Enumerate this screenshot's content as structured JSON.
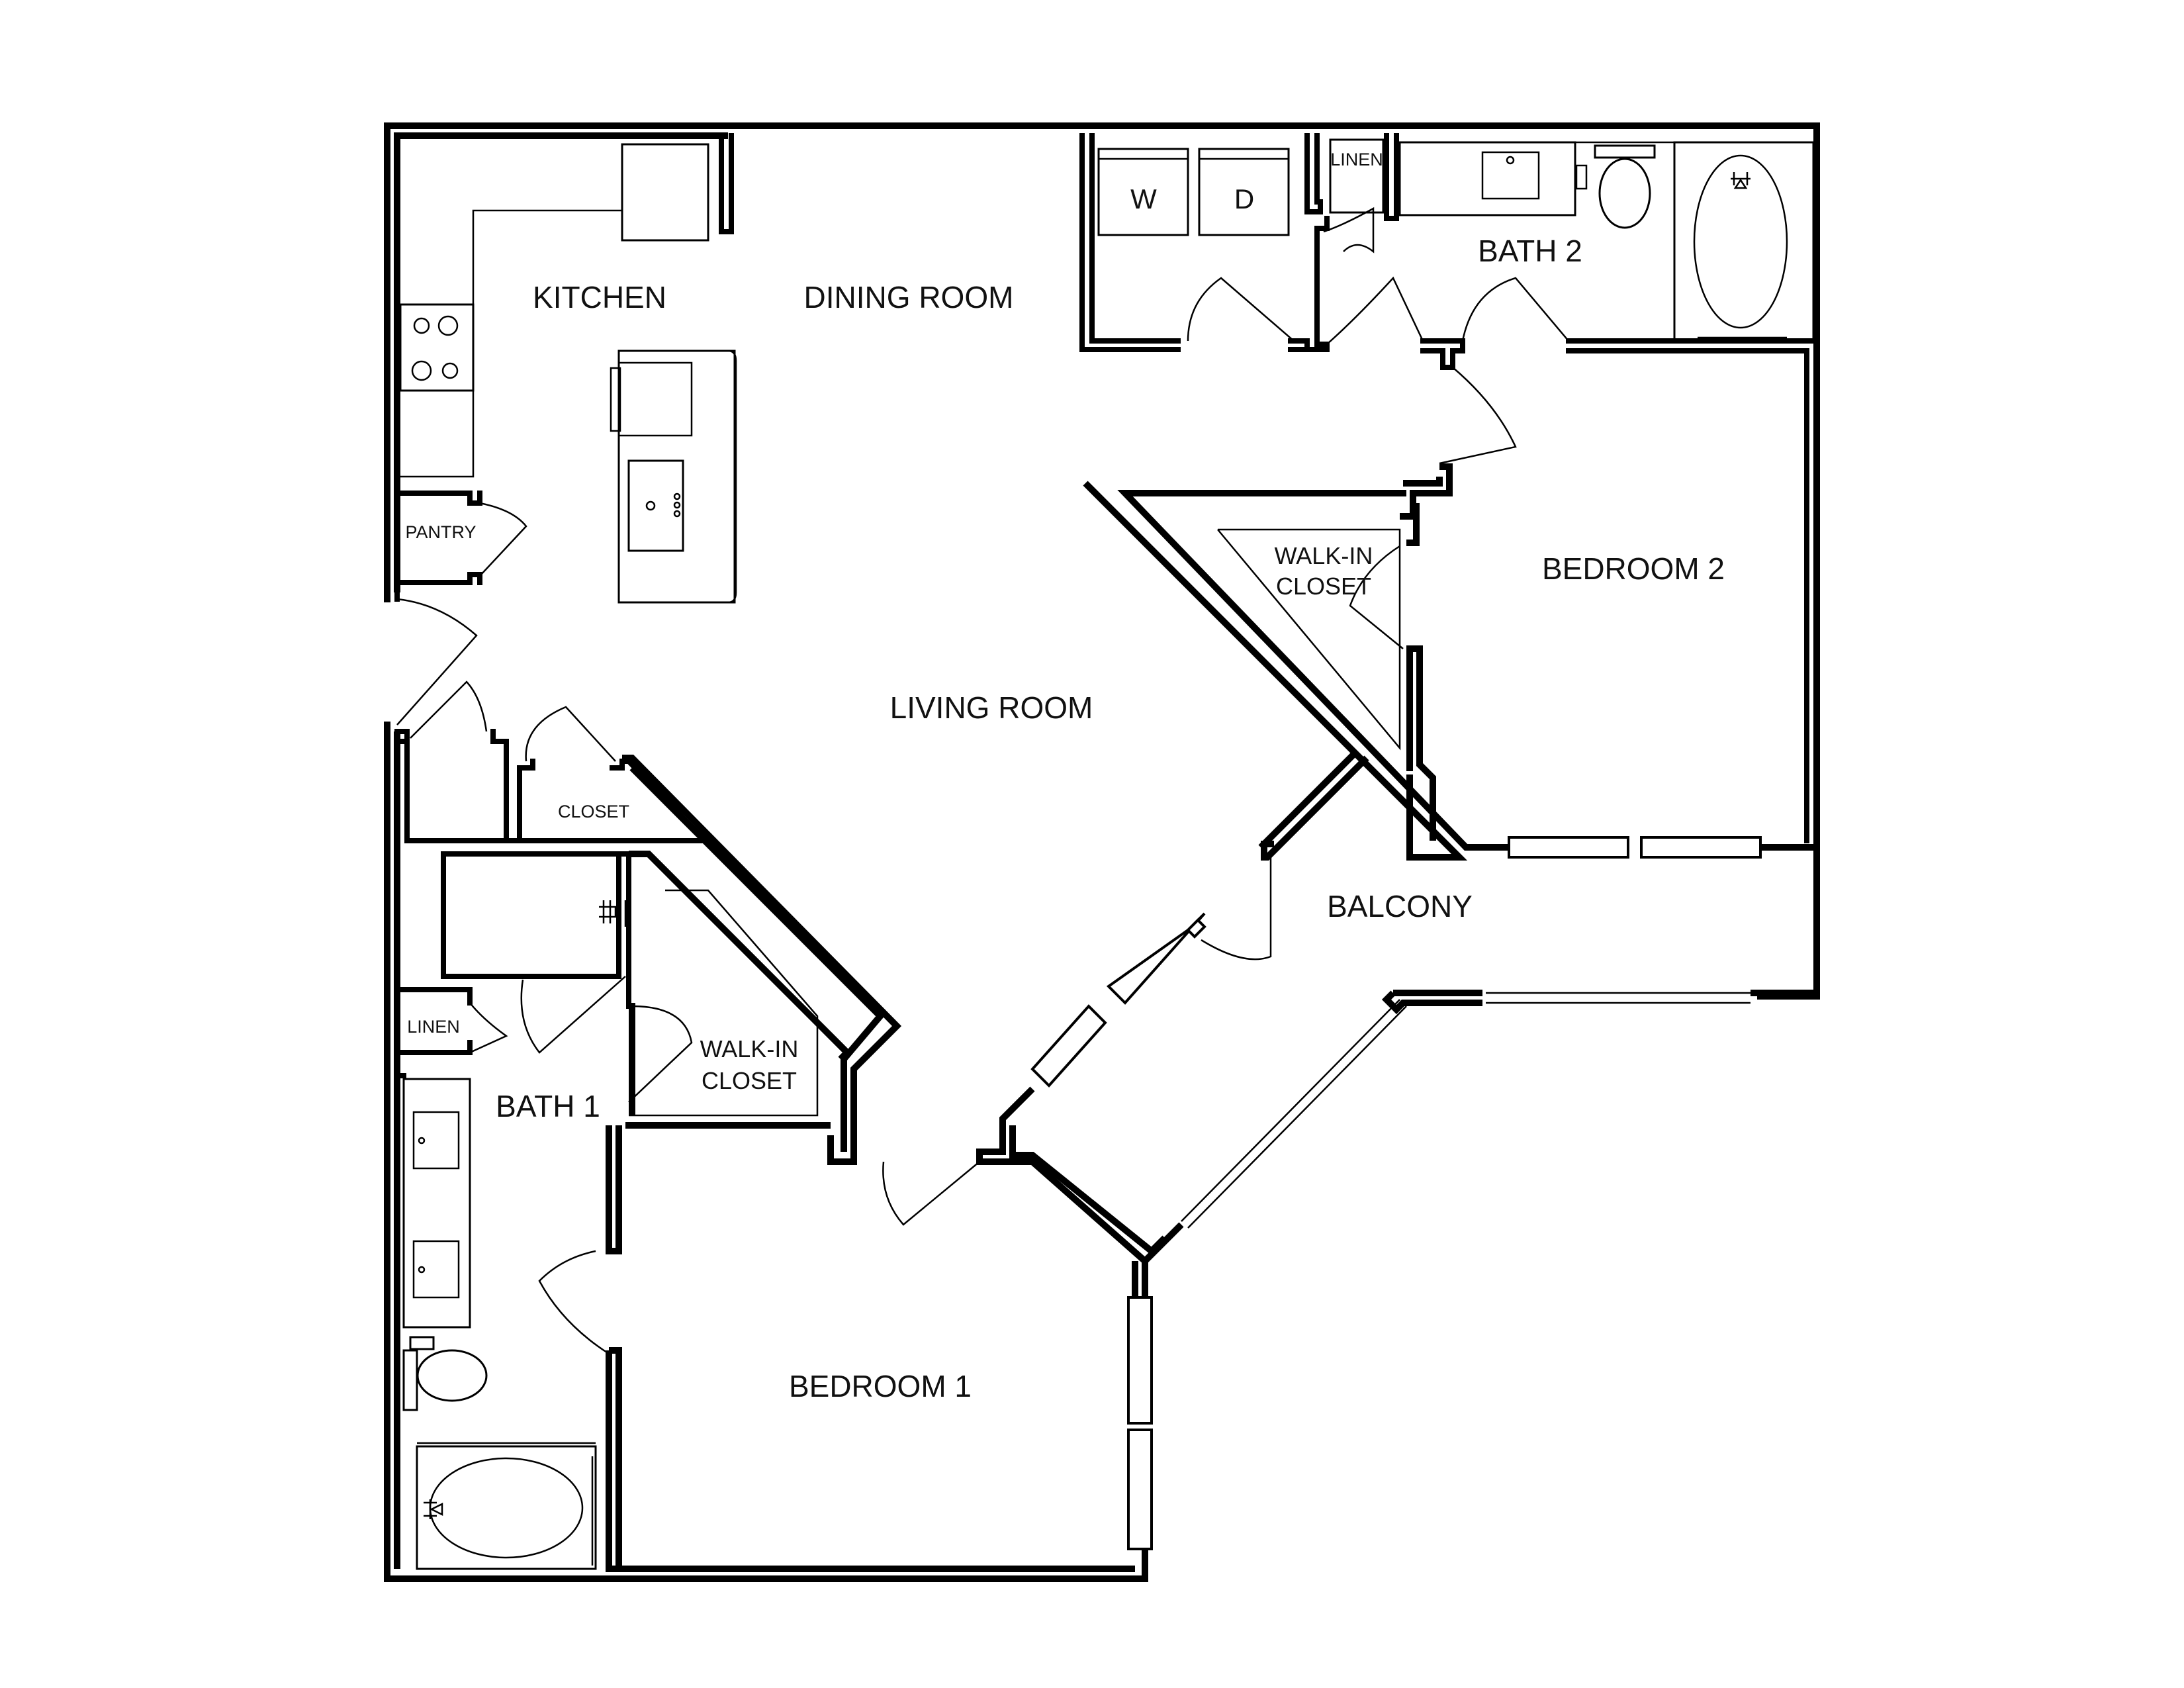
{
  "rooms": {
    "kitchen": "KITCHEN",
    "dining_room": "DINING ROOM",
    "living_room": "LIVING ROOM",
    "pantry": "PANTRY",
    "closet": "CLOSET",
    "linen_bath2": "LINEN",
    "bath_2": "BATH 2",
    "walk_in_closet_2_line1": "WALK-IN",
    "walk_in_closet_2_line2": "CLOSET",
    "bedroom_2": "BEDROOM 2",
    "balcony": "BALCONY",
    "linen_bath1": "LINEN",
    "bath_1": "BATH 1",
    "walk_in_closet_1_line1": "WALK-IN",
    "walk_in_closet_1_line2": "CLOSET",
    "bedroom_1": "BEDROOM 1"
  },
  "appliances": {
    "washer": "W",
    "dryer": "D"
  }
}
